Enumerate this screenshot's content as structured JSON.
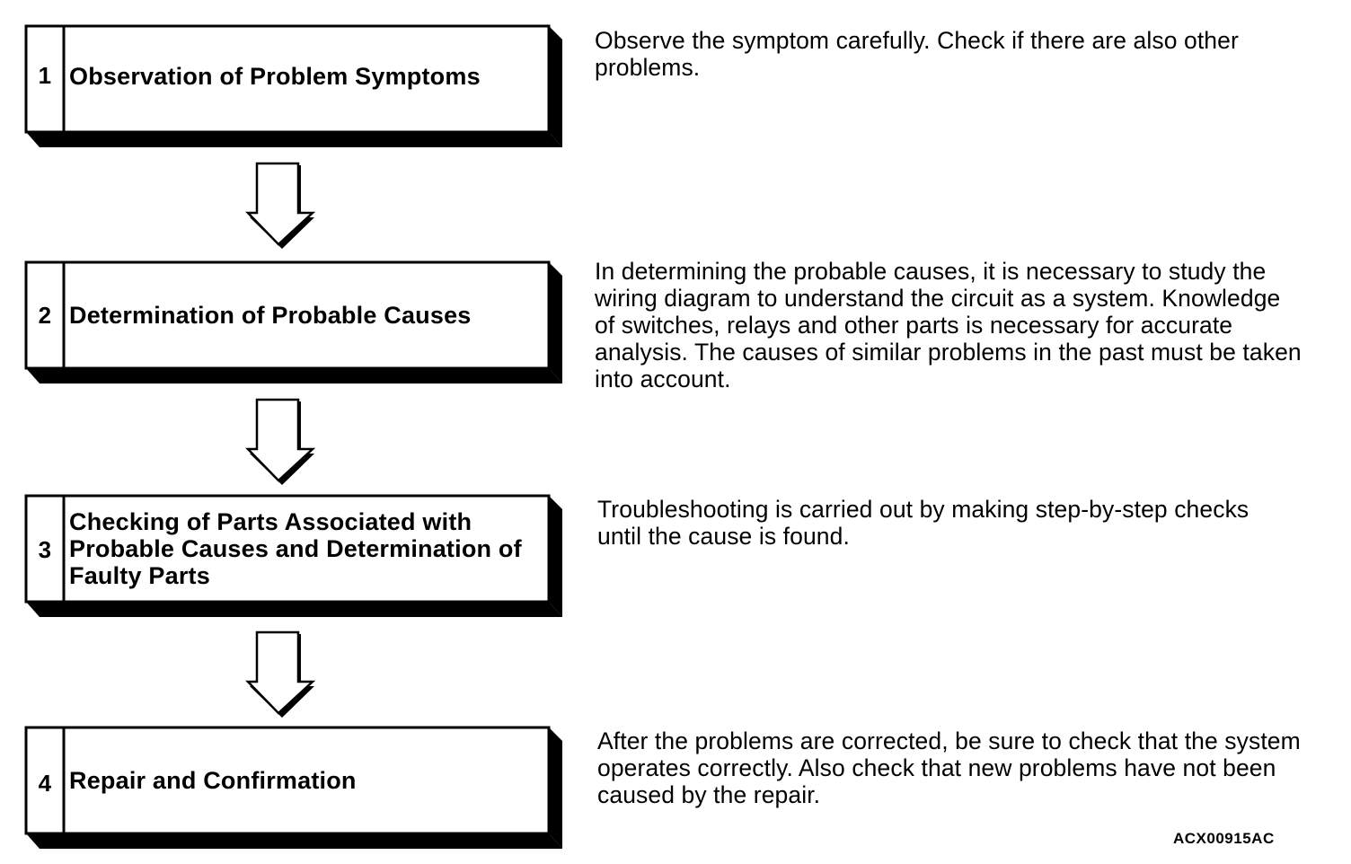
{
  "steps": [
    {
      "number": "1",
      "title": "Observation of Problem Symptoms",
      "description": "Observe the symptom carefully. Check if there are also other problems."
    },
    {
      "number": "2",
      "title": "Determination of Probable Causes",
      "description": "In determining the probable causes, it is necessary to study the wiring diagram to understand the circuit as a system. Knowledge of switches, relays and other parts is necessary for accurate analysis. The causes of similar problems in the past must be taken into account."
    },
    {
      "number": "3",
      "title": "Checking of Parts Associated with Probable Causes and Determination of Faulty Parts",
      "description": "Troubleshooting is carried out by making step-by-step checks until the cause is found."
    },
    {
      "number": "4",
      "title": "Repair and Confirmation",
      "description": "After the problems are corrected, be sure to check that the system operates correctly. Also check that new problems have not been caused by the repair."
    }
  ],
  "figure_code": "ACX00915AC",
  "icons": {
    "flow_arrow": "down-arrow-icon"
  },
  "colors": {
    "ink": "#000000",
    "paper": "#ffffff"
  }
}
